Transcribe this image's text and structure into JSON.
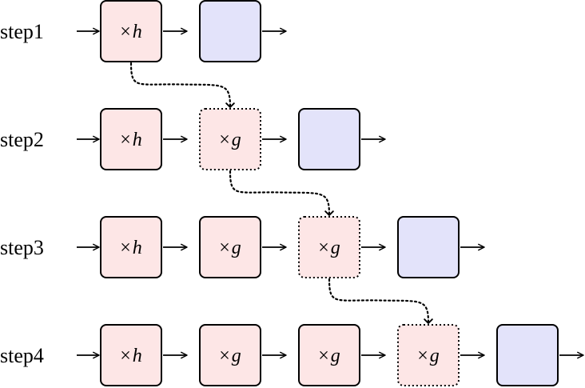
{
  "colors": {
    "op_fill": "#fde6e6",
    "empty_fill": "#e3e3fa",
    "stroke": "#000000"
  },
  "steps": [
    {
      "label": "step1",
      "boxes": [
        {
          "type": "op",
          "sym": "×",
          "var": "h",
          "dotted": false
        },
        {
          "type": "empty",
          "dotted": false
        }
      ]
    },
    {
      "label": "step2",
      "boxes": [
        {
          "type": "op",
          "sym": "×",
          "var": "h",
          "dotted": false
        },
        {
          "type": "op",
          "sym": "×",
          "var": "g",
          "dotted": true
        },
        {
          "type": "empty",
          "dotted": false
        }
      ]
    },
    {
      "label": "step3",
      "boxes": [
        {
          "type": "op",
          "sym": "×",
          "var": "h",
          "dotted": false
        },
        {
          "type": "op",
          "sym": "×",
          "var": "g",
          "dotted": false
        },
        {
          "type": "op",
          "sym": "×",
          "var": "g",
          "dotted": true
        },
        {
          "type": "empty",
          "dotted": false
        }
      ]
    },
    {
      "label": "step4",
      "boxes": [
        {
          "type": "op",
          "sym": "×",
          "var": "h",
          "dotted": false
        },
        {
          "type": "op",
          "sym": "×",
          "var": "g",
          "dotted": false
        },
        {
          "type": "op",
          "sym": "×",
          "var": "g",
          "dotted": false
        },
        {
          "type": "op",
          "sym": "×",
          "var": "g",
          "dotted": true
        },
        {
          "type": "empty",
          "dotted": false
        }
      ]
    }
  ],
  "transitions": [
    {
      "from": "step1.box1",
      "to": "step2.box2"
    },
    {
      "from": "step2.box2",
      "to": "step3.box3"
    },
    {
      "from": "step3.box3",
      "to": "step4.box4"
    }
  ]
}
